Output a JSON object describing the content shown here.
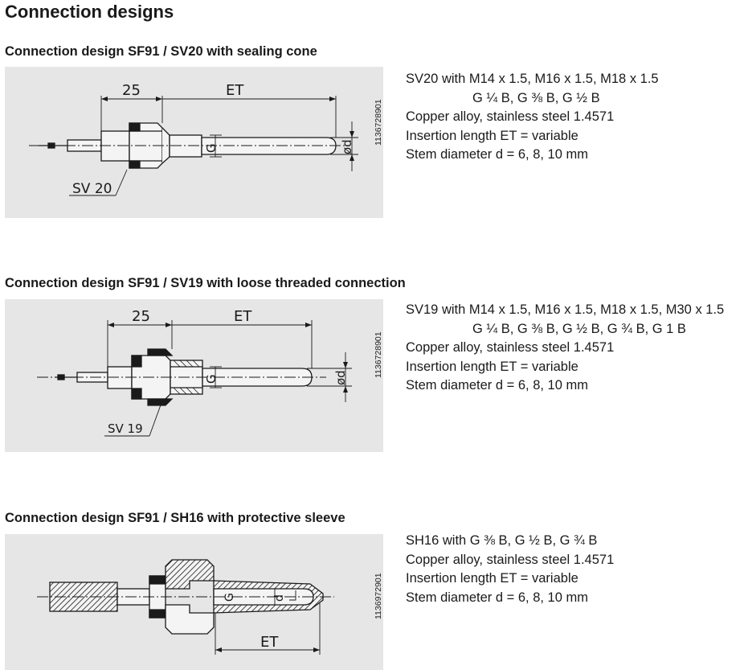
{
  "page": {
    "title": "Connection designs"
  },
  "sections": [
    {
      "title": "Connection design SF91 / SV20 with sealing cone",
      "drawing": {
        "code": "1136728901",
        "dim_left": "25",
        "dim_right": "ET",
        "label_g": "G",
        "label_d": "ød",
        "callout": "SV 20"
      },
      "specs": {
        "connection_prefix": "SV20 with",
        "metric_threads": "M14 x 1.5, M16 x 1.5, M18 x 1.5",
        "pipe_threads": "G ¼ B, G ⅜ B, G ½ B",
        "material": "Copper alloy, stainless steel 1.4571",
        "insertion": "Insertion length ET = variable",
        "stem": "Stem diameter d = 6, 8, 10 mm"
      }
    },
    {
      "title": "Connection design SF91 / SV19 with loose threaded connection",
      "drawing": {
        "code": "1136728901",
        "dim_left": "25",
        "dim_right": "ET",
        "label_g": "G",
        "label_d": "ød",
        "callout": "SV 19"
      },
      "specs": {
        "connection_prefix": "SV19 with",
        "metric_threads": "M14 x 1.5, M16 x 1.5, M18 x 1.5, M30 x 1.5",
        "pipe_threads": "G ¼ B, G ⅜ B, G ½ B, G ¾ B, G 1 B",
        "material": "Copper alloy, stainless steel 1.4571",
        "insertion": "Insertion length ET = variable",
        "stem": "Stem diameter d = 6, 8, 10 mm"
      }
    },
    {
      "title": "Connection design SF91 / SH16 with protective sleeve",
      "drawing": {
        "code": "1136972901",
        "dim_bottom": "ET",
        "label_g": "G",
        "label_d": "d"
      },
      "specs": {
        "connection": "SH16 with G ⅜ B, G ½ B, G ¾ B",
        "material": "Copper alloy, stainless steel 1.4571",
        "insertion": "Insertion length ET = variable",
        "stem": "Stem diameter d = 6, 8, 10 mm"
      }
    }
  ]
}
